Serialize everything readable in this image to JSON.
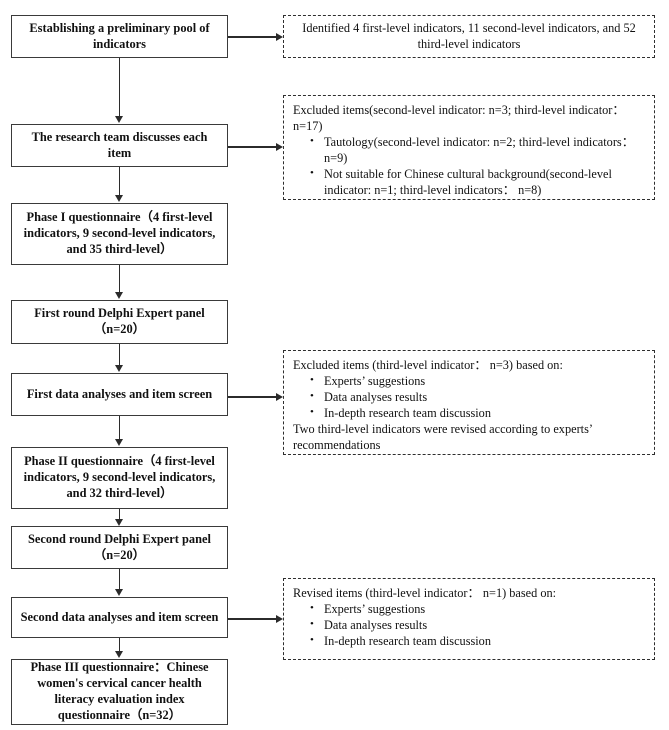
{
  "figure": {
    "type": "flowchart",
    "orientation": "vertical-with-side-annotations"
  },
  "process_steps": [
    {
      "id": "step-1",
      "name": "establishing-pool",
      "lines": [
        "Establishing a preliminary pool of",
        "indicators"
      ]
    },
    {
      "id": "step-2",
      "name": "research-team-discussion",
      "lines": [
        "The research team discusses each",
        "item"
      ]
    },
    {
      "id": "step-3",
      "name": "phase-1-questionnaire",
      "lines": [
        "Phase I questionnaire（4 first-level",
        "indicators, 9 second-level indicators,",
        "and 35 third-level）"
      ]
    },
    {
      "id": "step-4",
      "name": "first-delphi-panel",
      "lines": [
        "First round Delphi Expert panel",
        "（n=20）"
      ]
    },
    {
      "id": "step-5",
      "name": "first-data-analyses",
      "lines": [
        "First data analyses and item screen"
      ]
    },
    {
      "id": "step-6",
      "name": "phase-2-questionnaire",
      "lines": [
        "Phase II questionnaire（4 first-level",
        "indicators, 9 second-level indicators,",
        "and 32 third-level）"
      ]
    },
    {
      "id": "step-7",
      "name": "second-delphi-panel",
      "lines": [
        "Second round Delphi Expert panel",
        "（n=20）"
      ]
    },
    {
      "id": "step-8",
      "name": "second-data-analyses",
      "lines": [
        "Second data analyses and item screen"
      ]
    },
    {
      "id": "step-9",
      "name": "phase-3-questionnaire",
      "lines": [
        "Phase III questionnaire：Chinese",
        "women's cervical cancer health",
        "literacy evaluation index",
        "questionnaire（n=32）"
      ]
    }
  ],
  "annotations": [
    {
      "id": "note-1",
      "name": "identified-indicators-note",
      "lead": "Identified 4 first-level indicators, 11 second-level indicators, and 52 third-level indicators",
      "bullets": [],
      "tail": "",
      "align": "center"
    },
    {
      "id": "note-2",
      "name": "excluded-items-note",
      "lead": "Excluded items(second-level indicator: n=3; third-level indicator：n=17)",
      "bullets": [
        "Tautology(second-level indicator: n=2; third-level indicators： n=9)",
        "Not suitable for Chinese cultural background(second-level indicator: n=1; third-level indicators： n=8)"
      ],
      "tail": "",
      "align": "left"
    },
    {
      "id": "note-3",
      "name": "first-screen-exclusions-note",
      "lead": "Excluded items (third-level indicator： n=3) based on:",
      "bullets": [
        "Experts’ suggestions",
        "Data analyses results",
        "In-depth research team discussion"
      ],
      "tail": "Two third-level indicators were revised according to experts’ recommendations",
      "align": "left"
    },
    {
      "id": "note-4",
      "name": "second-screen-revisions-note",
      "lead": "Revised items (third-level indicator： n=1) based on:",
      "bullets": [
        "Experts’ suggestions",
        "Data analyses results",
        "In-depth research team discussion"
      ],
      "tail": "",
      "align": "left"
    }
  ],
  "colors": {
    "box_border": "#3a3a3a",
    "note_border": "#2e2e2e",
    "connector": "#2b2b2b",
    "text": "#111111",
    "background": "#ffffff"
  }
}
